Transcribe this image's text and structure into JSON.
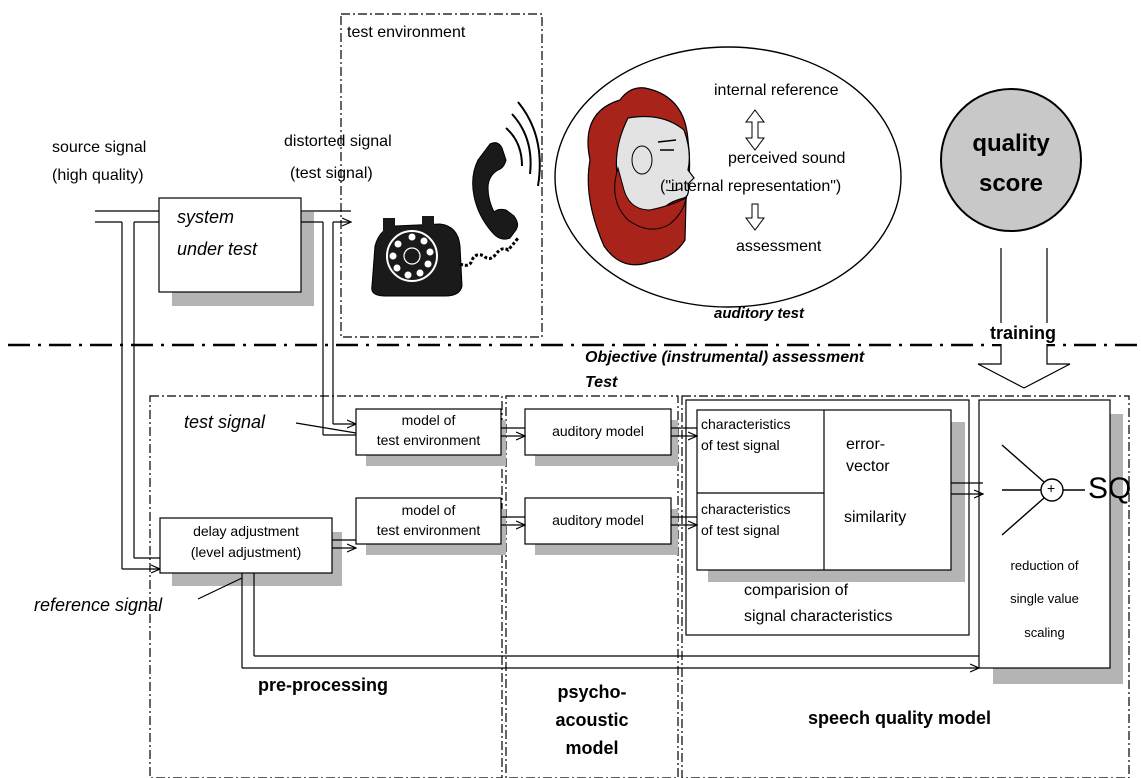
{
  "labels": {
    "test_environment": "test environment",
    "source_signal_1": "source signal",
    "source_signal_2": "(high quality)",
    "distorted_signal_1": "distorted signal",
    "distorted_signal_2": "(test signal)",
    "system_under_test_1": "system",
    "system_under_test_2": "under test",
    "internal_reference": "internal reference",
    "perceived_sound": "perceived sound",
    "internal_representation": "(\"internal representation\")",
    "assessment": "assessment",
    "auditory_test": "auditory test",
    "quality_score_1": "quality",
    "quality_score_2": "score",
    "training": "training",
    "objective_assessment_1": "Objective (instrumental) assessment",
    "objective_assessment_2": "Test",
    "test_signal": "test signal",
    "reference_signal": "reference signal",
    "model_env_top_1": "model of",
    "model_env_top_2": "test environment",
    "model_env_bottom_1": "model of",
    "model_env_bottom_2": "test environment",
    "delay_adjustment_1": "delay adjustment",
    "delay_adjustment_2": "(level adjustment)",
    "auditory_model_top": "auditory model",
    "auditory_model_bottom": "auditory model",
    "characteristics_top_1": "characteristics",
    "characteristics_top_2": "of test signal",
    "characteristics_bottom_1": "characteristics",
    "characteristics_bottom_2": "of test signal",
    "error_vector_1": "error-",
    "error_vector_2": "vector",
    "similarity": "similarity",
    "comparison_1": "comparision of",
    "comparison_2": "signal characteristics",
    "reduction_1": "reduction of",
    "reduction_2": "single value",
    "reduction_3": "scaling",
    "sq": "SQ",
    "pre_processing": "pre-processing",
    "psycho_1": "psycho-",
    "psycho_2": "acoustic",
    "psycho_3": "model",
    "speech_quality_model": "speech quality model",
    "summing_symbol": "+"
  },
  "colors": {
    "line": "#000000",
    "shadow": "#b4b4b4",
    "score_fill": "#c8c8c8",
    "hair": "#a8241b",
    "skin": "#e3e3e3"
  }
}
